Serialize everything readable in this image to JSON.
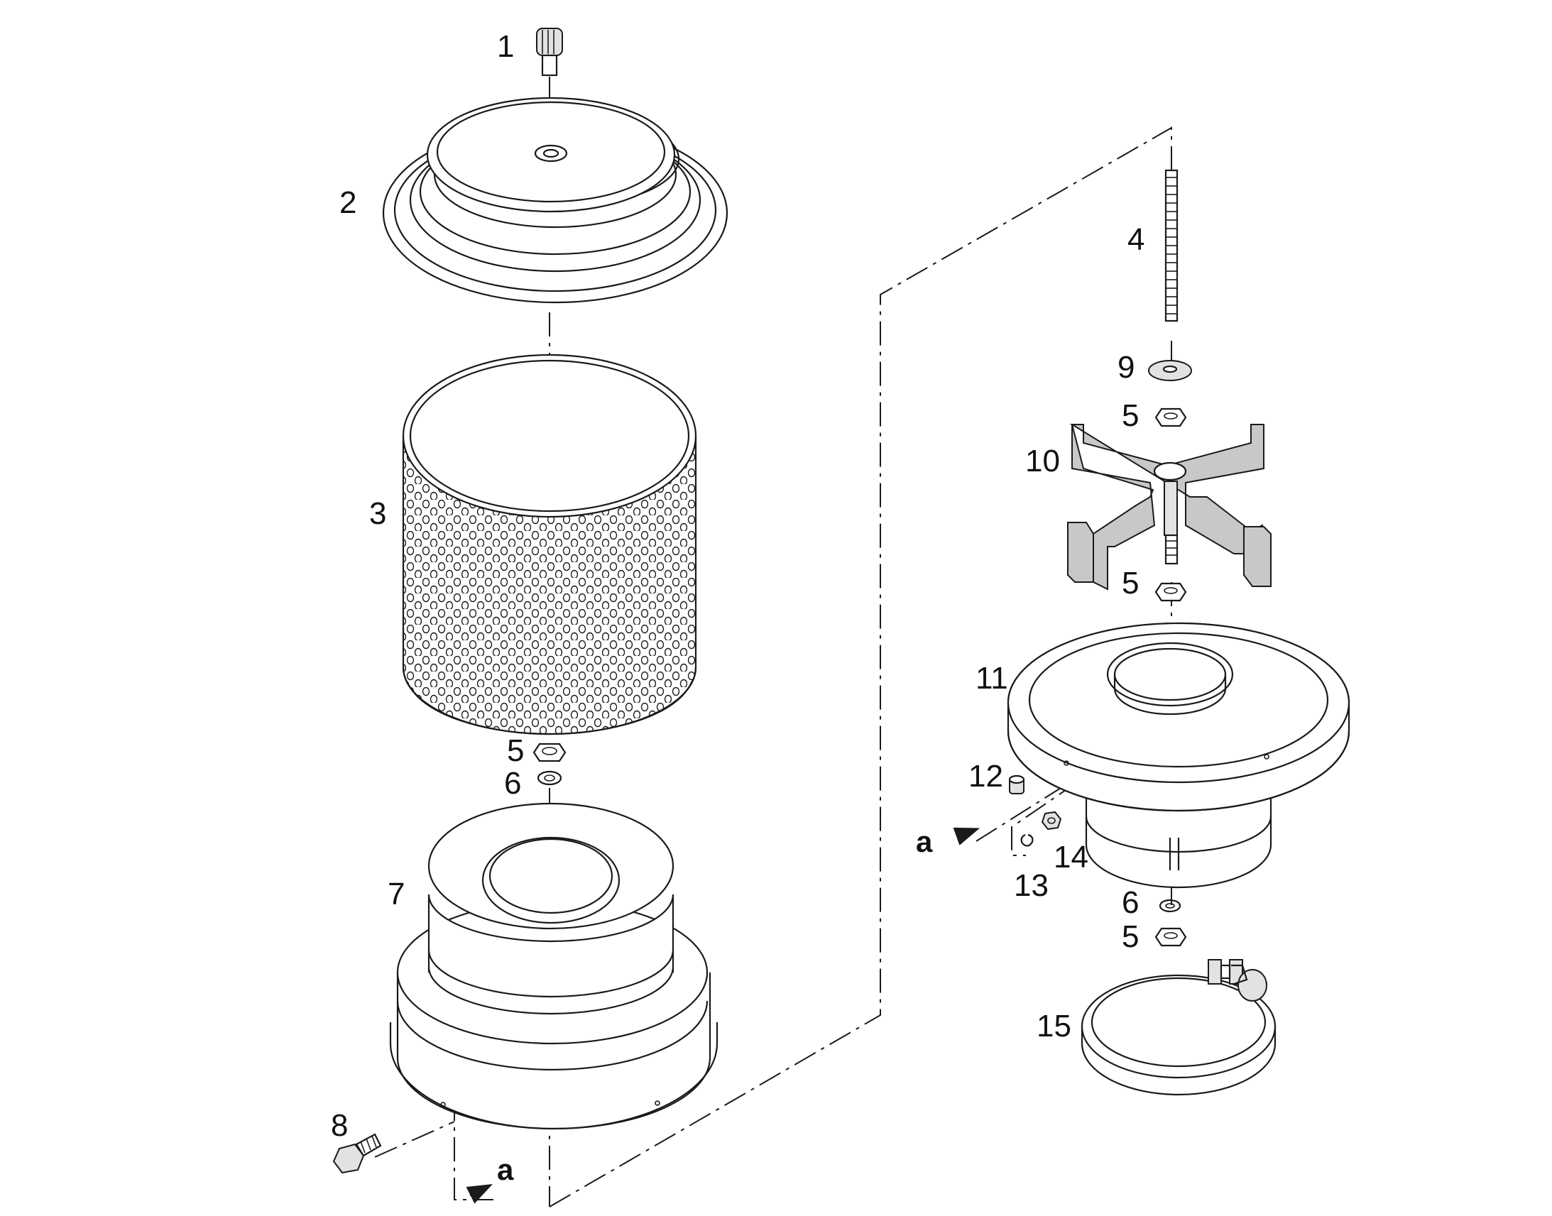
{
  "diagram": {
    "type": "exploded-parts-view",
    "callouts": [
      {
        "id": "callout-1",
        "text": "1"
      },
      {
        "id": "callout-2",
        "text": "2"
      },
      {
        "id": "callout-3",
        "text": "3"
      },
      {
        "id": "callout-4",
        "text": "4"
      },
      {
        "id": "callout-5a",
        "text": "5"
      },
      {
        "id": "callout-5b",
        "text": "5"
      },
      {
        "id": "callout-5c",
        "text": "5"
      },
      {
        "id": "callout-5d",
        "text": "5"
      },
      {
        "id": "callout-6a",
        "text": "6"
      },
      {
        "id": "callout-6b",
        "text": "6"
      },
      {
        "id": "callout-7",
        "text": "7"
      },
      {
        "id": "callout-8",
        "text": "8"
      },
      {
        "id": "callout-9",
        "text": "9"
      },
      {
        "id": "callout-10",
        "text": "10"
      },
      {
        "id": "callout-11",
        "text": "11"
      },
      {
        "id": "callout-12",
        "text": "12"
      },
      {
        "id": "callout-13",
        "text": "13"
      },
      {
        "id": "callout-14",
        "text": "14"
      },
      {
        "id": "callout-15",
        "text": "15"
      }
    ],
    "connection_marks": [
      {
        "id": "mark-a-left",
        "text": "a"
      },
      {
        "id": "mark-a-right",
        "text": "a"
      }
    ]
  }
}
